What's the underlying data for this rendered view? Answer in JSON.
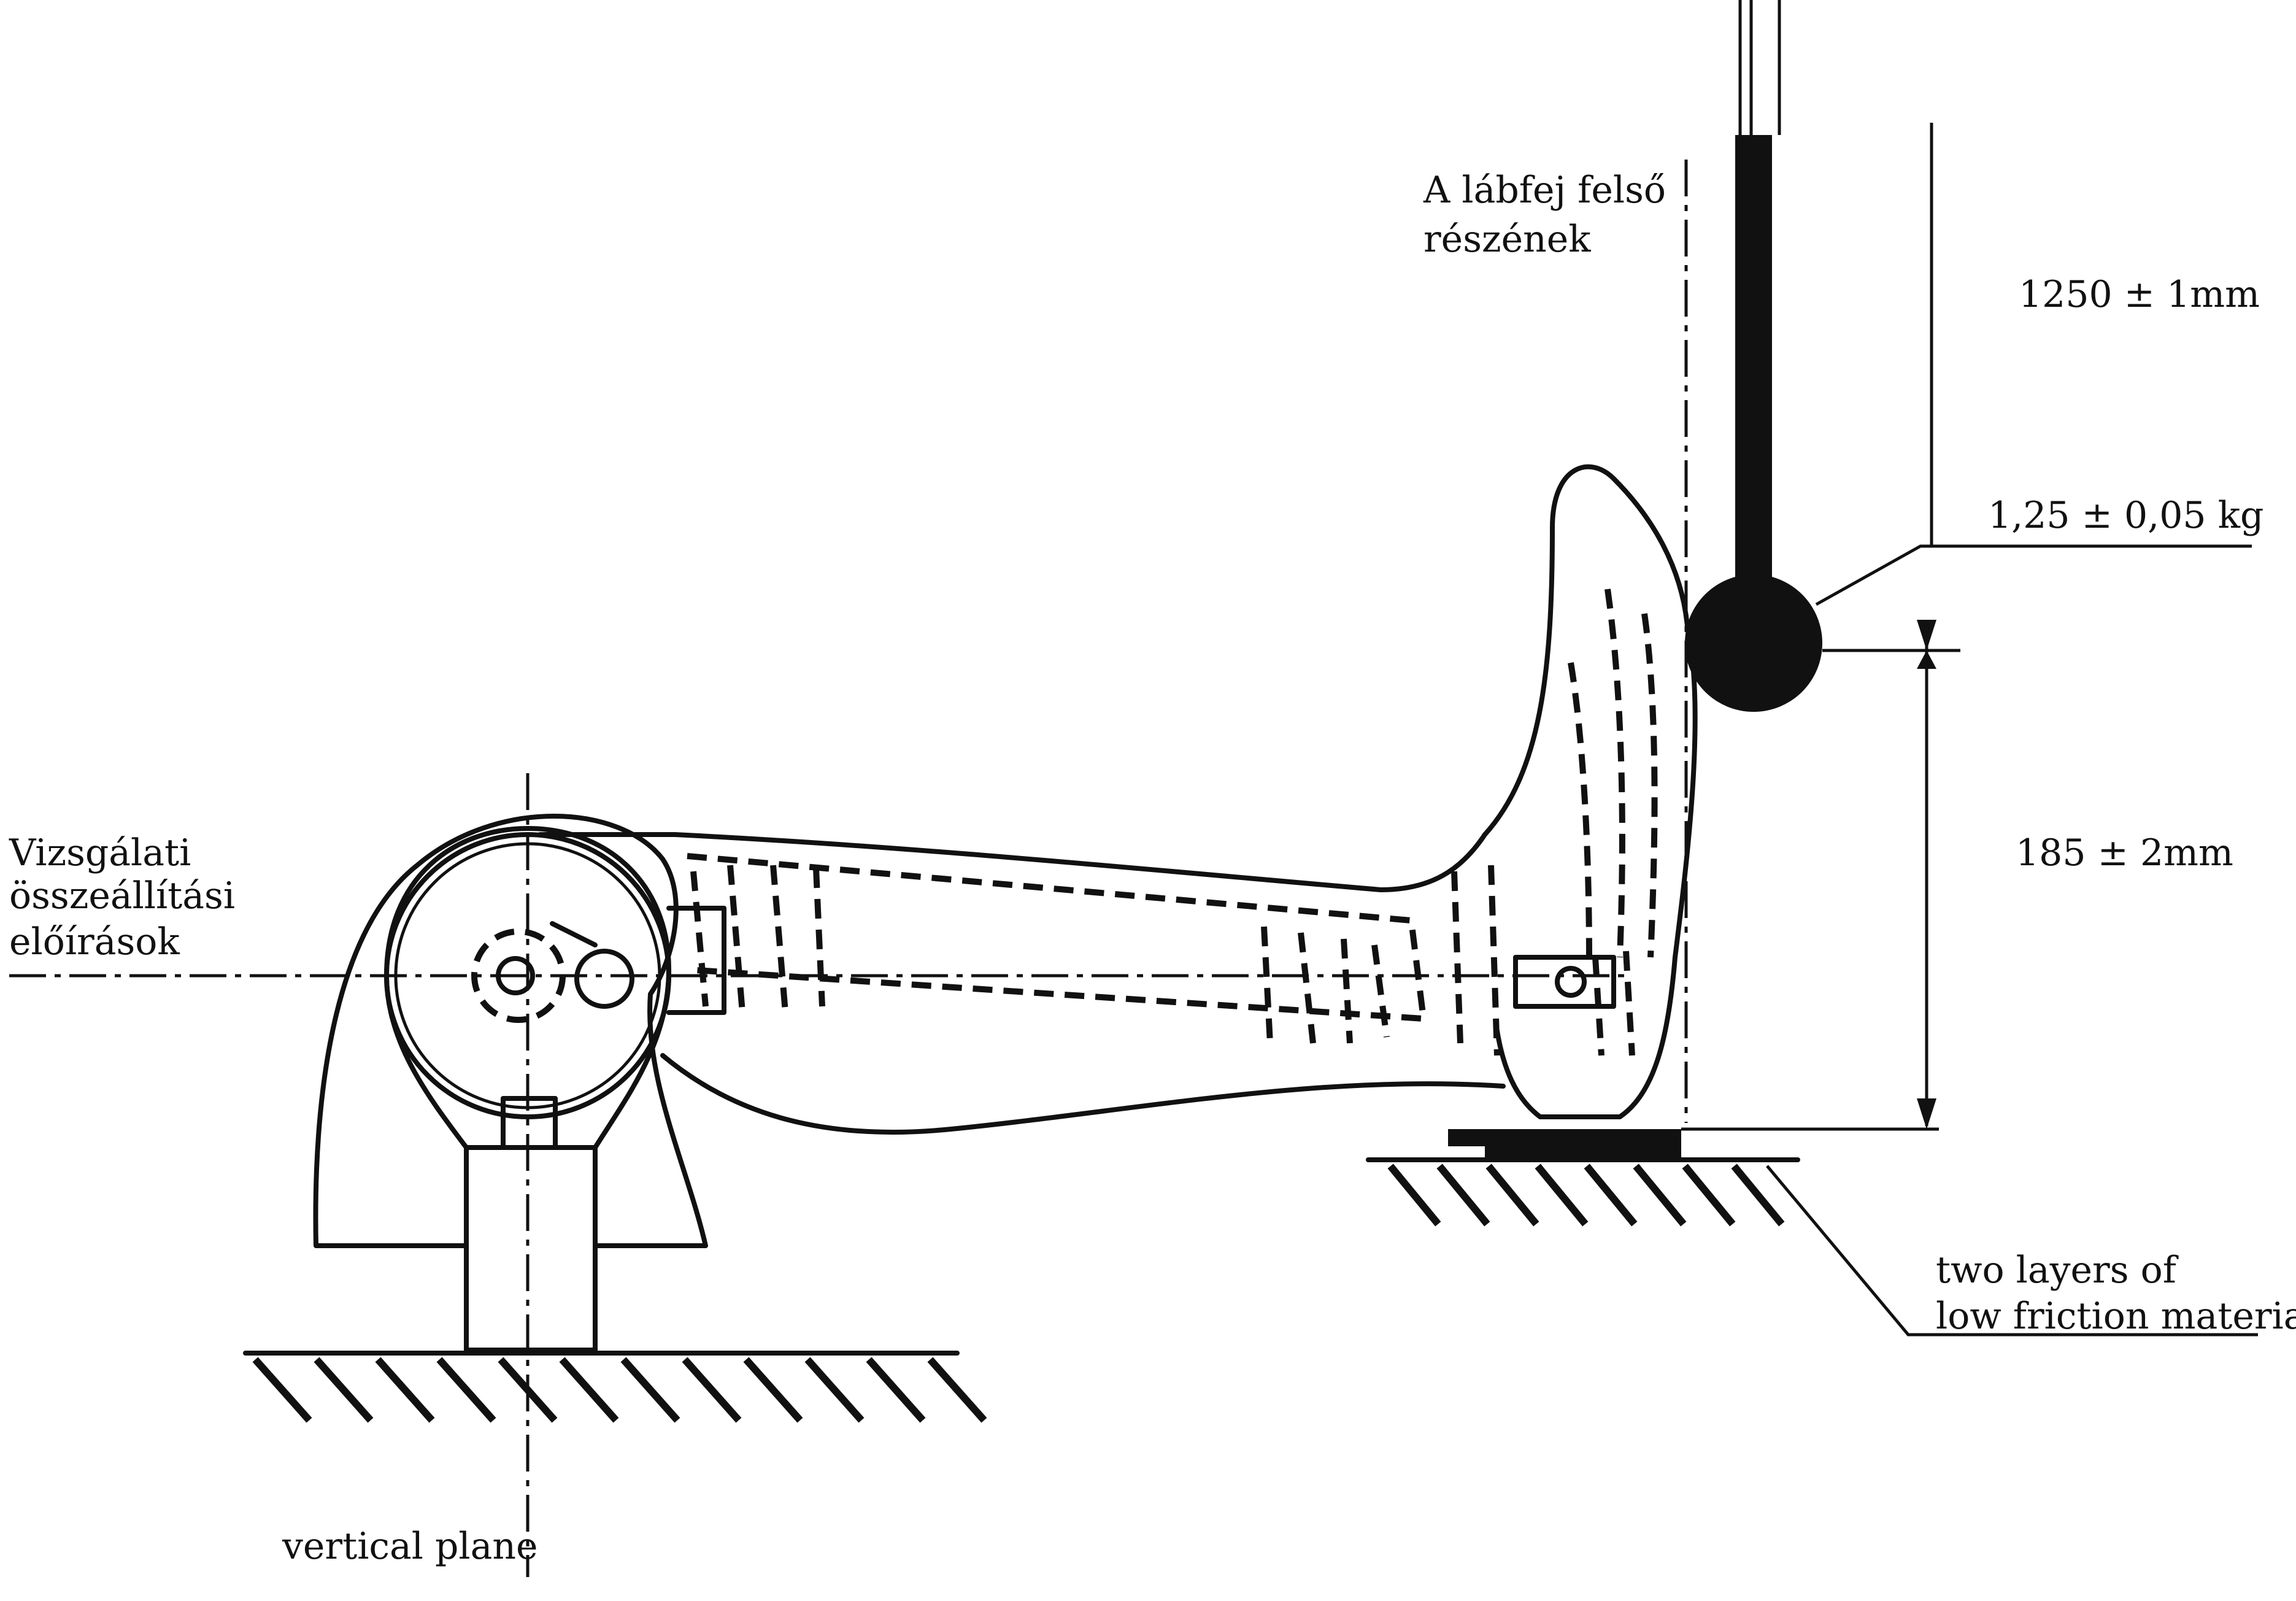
{
  "labels": {
    "upper_foot": [
      "A lábfej felső",
      "részének"
    ],
    "height_total": "1250 ± 1mm",
    "mass": "1,25 ± 0,05 kg",
    "height_ball": "185 ± 2mm",
    "test_setup": [
      "Vizsgálati",
      "összeállítási",
      "előírások"
    ],
    "vertical_plane": "vertical plane",
    "low_friction": [
      "two layers of",
      "low friction material"
    ]
  }
}
